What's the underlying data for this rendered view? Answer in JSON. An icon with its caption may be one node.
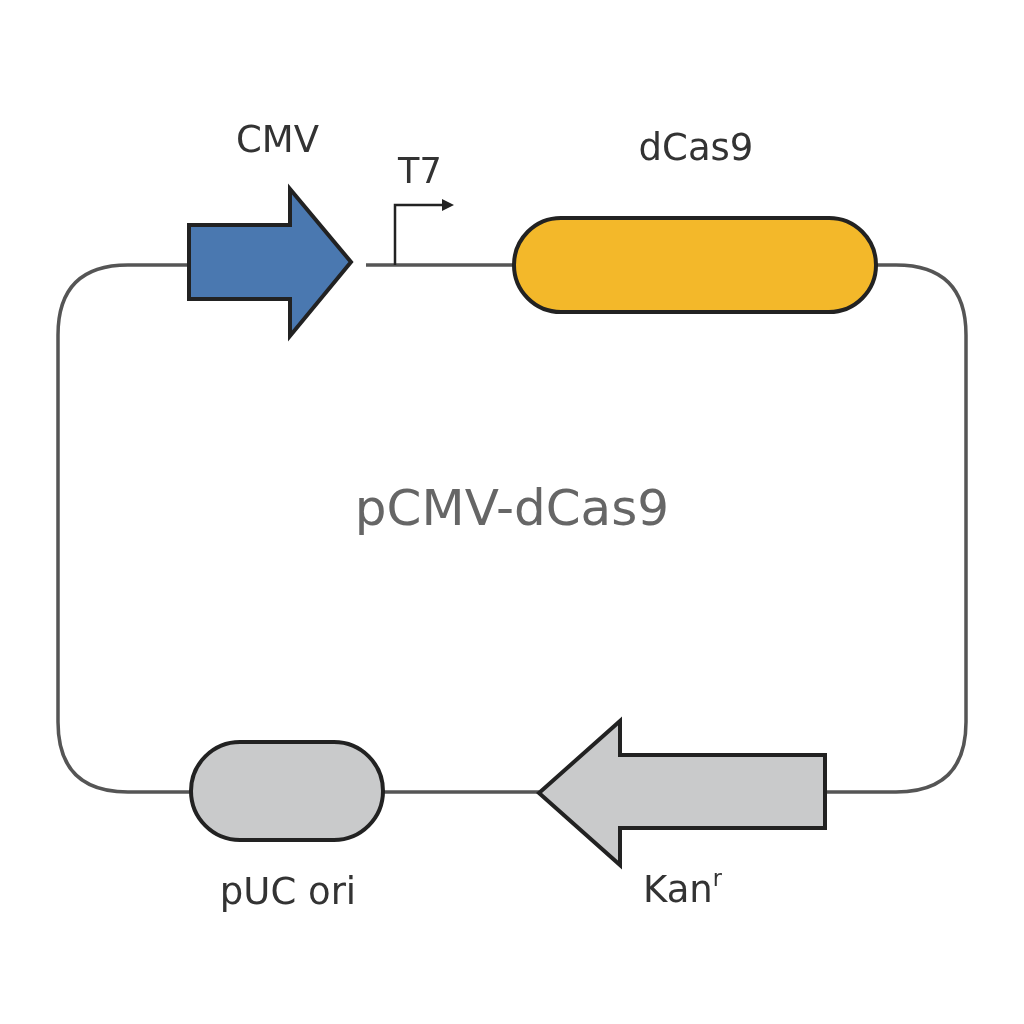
{
  "diagram": {
    "title": "pCMV-dCas9",
    "nodes": [
      {
        "text": [
          "CMV"
        ]
      },
      {
        "text": [
          "dCas9"
        ]
      },
      {
        "text": [
          "Kan$^{r}$"
        ]
      },
      {
        "text": [
          "pUC ori"
        ]
      }
    ],
    "edges": [
      {
        "from": 0,
        "to": 1,
        "arrow": "none"
      },
      {
        "from": 1,
        "to": 2,
        "arrow": "none"
      },
      {
        "from": 2,
        "to": 3,
        "arrow": "none"
      },
      {
        "from": 3,
        "to": 0,
        "arrow": "none"
      }
    ],
    "labels": [
      "T7"
    ]
  }
}
